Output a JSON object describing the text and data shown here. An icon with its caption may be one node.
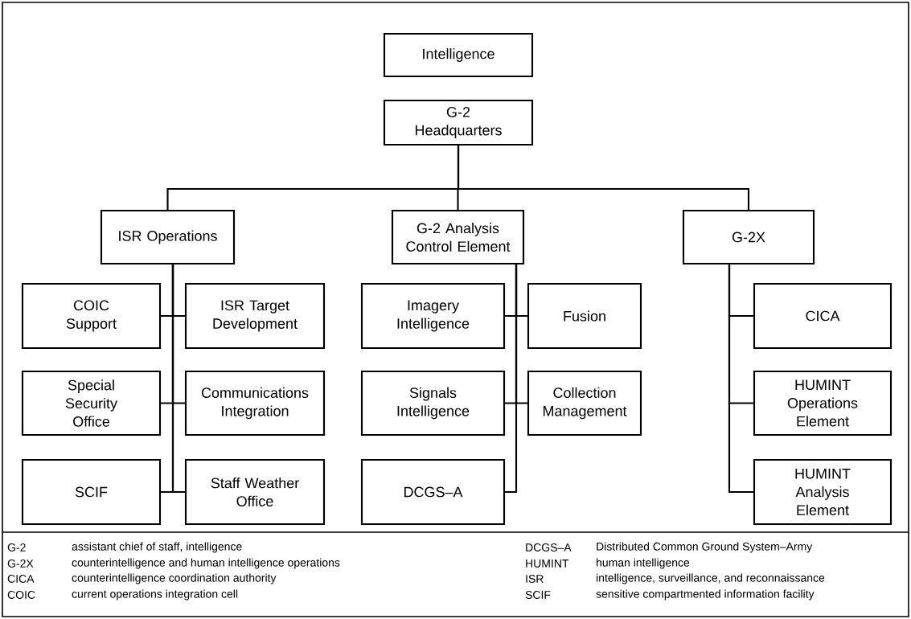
{
  "diagram": {
    "nodes": [
      {
        "text": [
          "Intelligence"
        ]
      },
      {
        "text": [
          "G-2 Headquarters"
        ]
      },
      {
        "text": [
          "ISR Operations"
        ]
      },
      {
        "text": [
          "G-2 Analysis Control Element"
        ]
      },
      {
        "text": [
          "G-2X"
        ]
      },
      {
        "text": [
          "COIC Support"
        ]
      },
      {
        "text": [
          "ISR Target Development"
        ]
      },
      {
        "text": [
          "Special Security Office"
        ]
      },
      {
        "text": [
          "Communications Integration"
        ]
      },
      {
        "text": [
          "SCIF"
        ]
      },
      {
        "text": [
          "Staff Weather Office"
        ]
      },
      {
        "text": [
          "Imagery Intelligence"
        ]
      },
      {
        "text": [
          "Fusion"
        ]
      },
      {
        "text": [
          "Signals Intelligence"
        ]
      },
      {
        "text": [
          "Collection Management"
        ]
      },
      {
        "text": [
          "DCGS–A"
        ]
      },
      {
        "text": [
          "CICA"
        ]
      },
      {
        "text": [
          "HUMINT Operations Element"
        ]
      },
      {
        "text": [
          "HUMINT Analysis Element"
        ]
      }
    ],
    "edges": [
      {
        "from": 1,
        "to": 2,
        "arrow": "none"
      },
      {
        "from": 1,
        "to": 3,
        "arrow": "none"
      },
      {
        "from": 1,
        "to": 4,
        "arrow": "none"
      },
      {
        "from": 2,
        "to": 5,
        "arrow": "none"
      },
      {
        "from": 2,
        "to": 6,
        "arrow": "none"
      },
      {
        "from": 2,
        "to": 7,
        "arrow": "none"
      },
      {
        "from": 2,
        "to": 8,
        "arrow": "none"
      },
      {
        "from": 2,
        "to": 9,
        "arrow": "none"
      },
      {
        "from": 2,
        "to": 10,
        "arrow": "none"
      },
      {
        "from": 3,
        "to": 11,
        "arrow": "none"
      },
      {
        "from": 3,
        "to": 12,
        "arrow": "none"
      },
      {
        "from": 3,
        "to": 13,
        "arrow": "none"
      },
      {
        "from": 3,
        "to": 14,
        "arrow": "none"
      },
      {
        "from": 3,
        "to": 15,
        "arrow": "none"
      },
      {
        "from": 4,
        "to": 16,
        "arrow": "none"
      },
      {
        "from": 4,
        "to": 17,
        "arrow": "none"
      },
      {
        "from": 4,
        "to": 18,
        "arrow": "none"
      }
    ],
    "labels": [
      "G-2",
      "assistant chief of staff, intelligence",
      "DCGS–A",
      "Distributed Common Ground System–Army",
      "G-2X",
      "counterintelligence and human intelligence operations",
      "HUMINT",
      "human intelligence",
      "CICA",
      "counterintelligence coordination authority",
      "ISR",
      "intelligence, surveillance, and reconnaissance",
      "COIC",
      "current operations integration cell",
      "SCIF",
      "sensitive compartmented information facility"
    ]
  }
}
